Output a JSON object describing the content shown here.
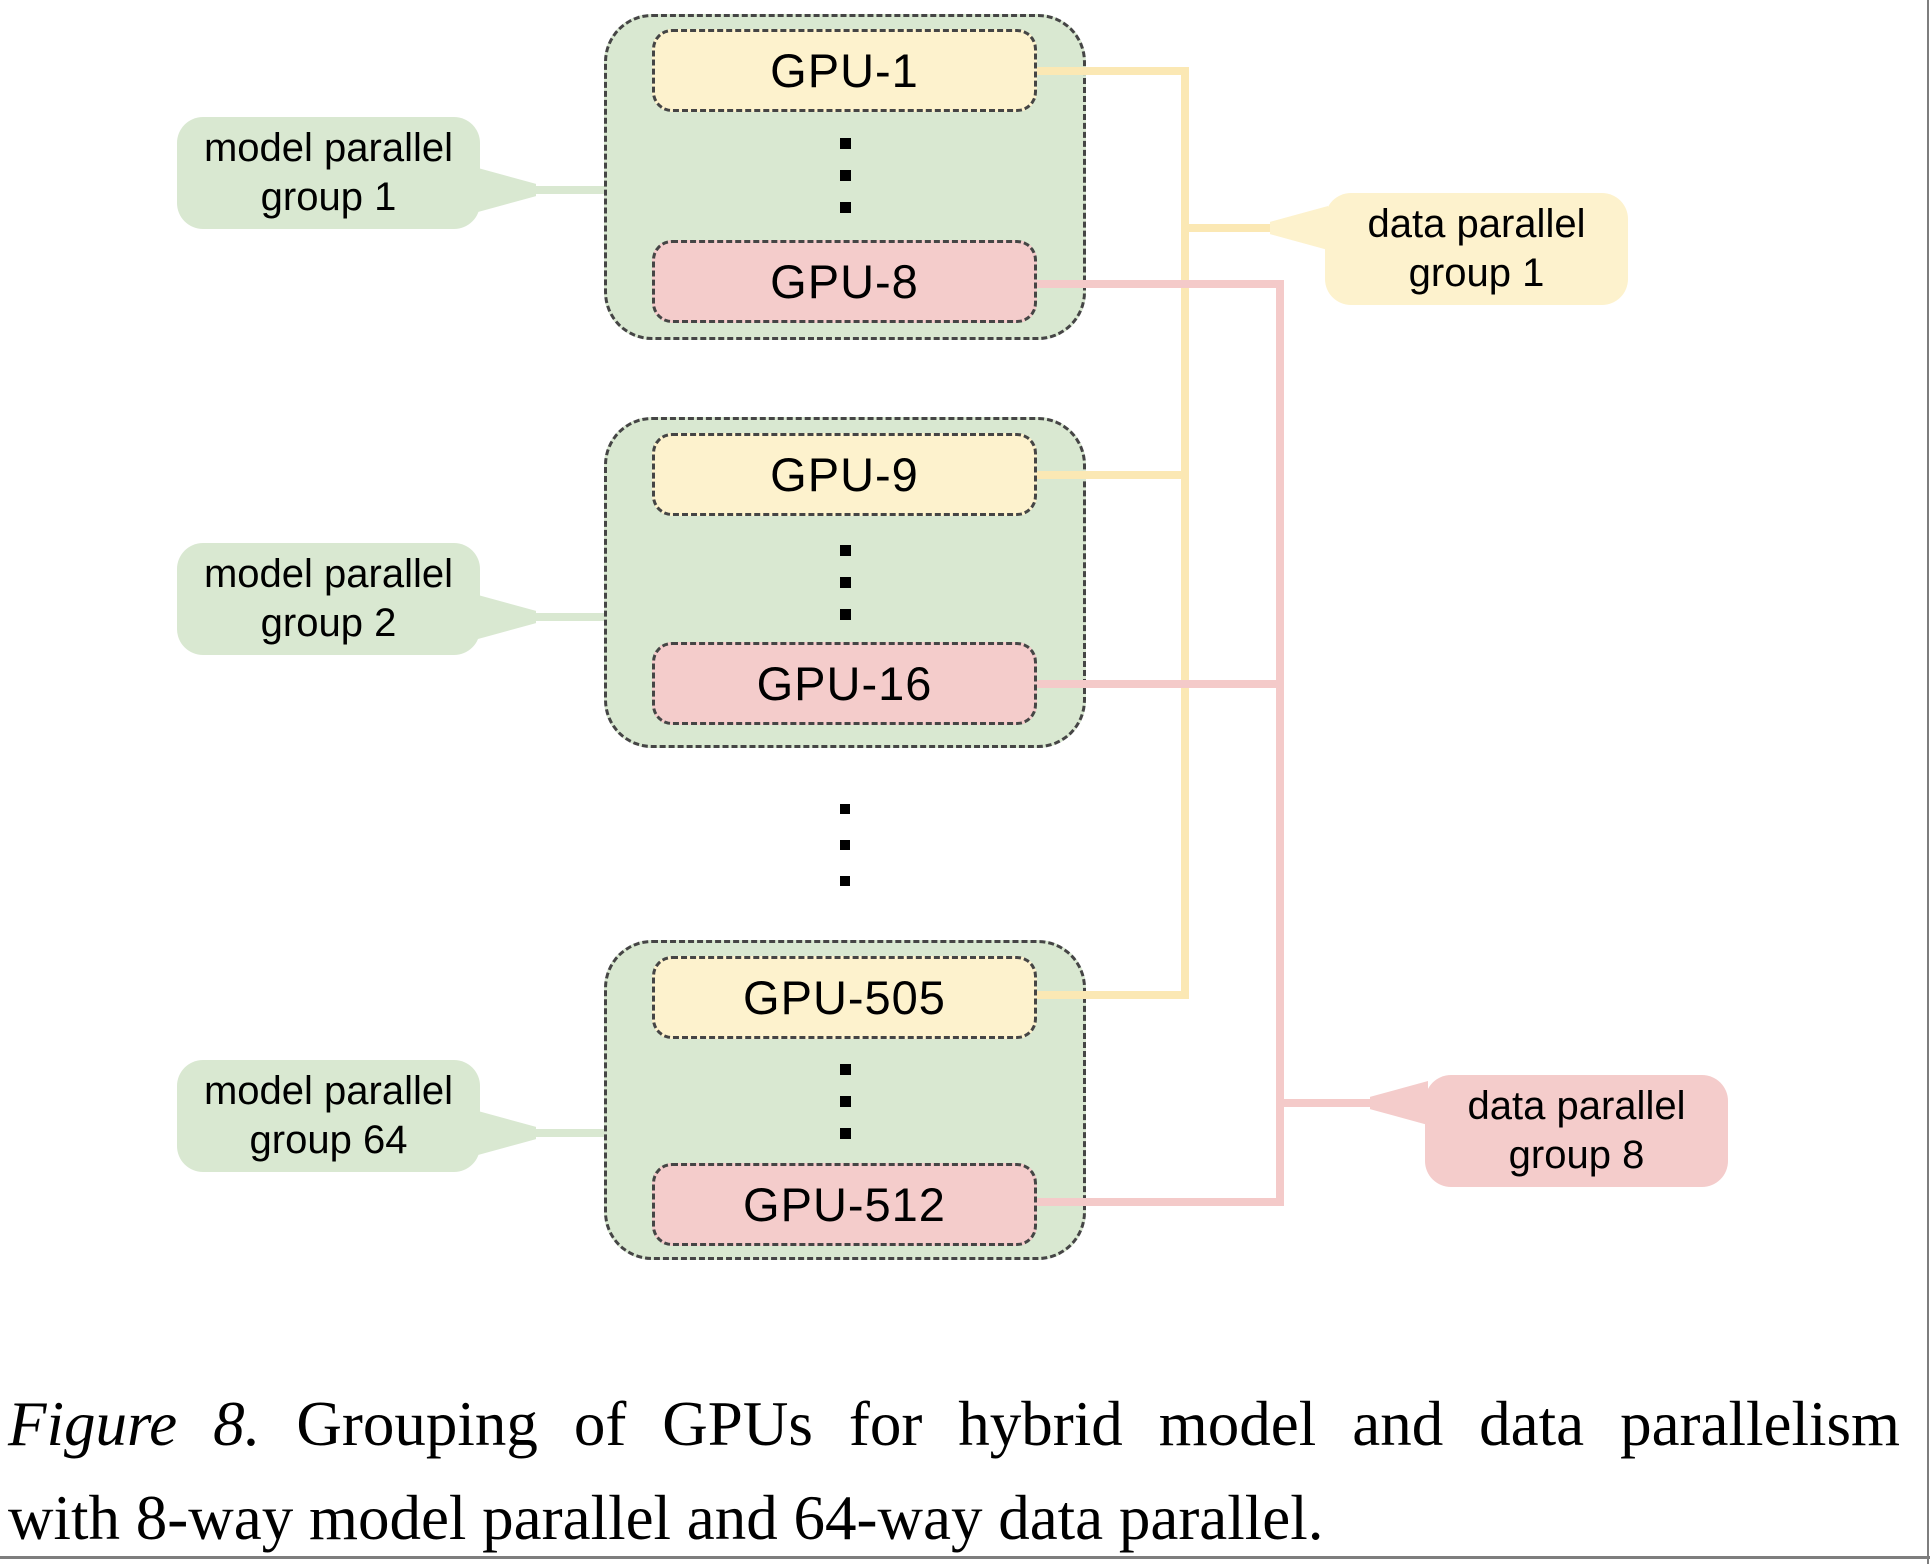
{
  "diagram": {
    "groups": [
      {
        "label_line1": "model parallel",
        "label_line2": "group 1",
        "gpu_top": "GPU-1",
        "gpu_bottom": "GPU-8"
      },
      {
        "label_line1": "model parallel",
        "label_line2": "group 2",
        "gpu_top": "GPU-9",
        "gpu_bottom": "GPU-16"
      },
      {
        "label_line1": "model parallel",
        "label_line2": "group 64",
        "gpu_top": "GPU-505",
        "gpu_bottom": "GPU-512"
      }
    ],
    "data_parallel_labels": [
      {
        "line1": "data parallel",
        "line2": "group 1"
      },
      {
        "line1": "data parallel",
        "line2": "group 8"
      }
    ],
    "colors": {
      "group_fill": "#d9e8d1",
      "yellow_fill": "#fdf2cd",
      "pink_fill": "#f4cccb",
      "yellow_line": "#fbe8b4",
      "pink_line": "#f4cac9",
      "border_dash": "#454545",
      "text": "#000000",
      "rule_gray": "#7e7e7e"
    }
  },
  "caption": {
    "figure_label": "Figure 8.",
    "line1_rest": "Grouping of GPUs for hybrid model and data parallelism",
    "line2": "with 8-way model parallel and 64-way data parallel."
  }
}
